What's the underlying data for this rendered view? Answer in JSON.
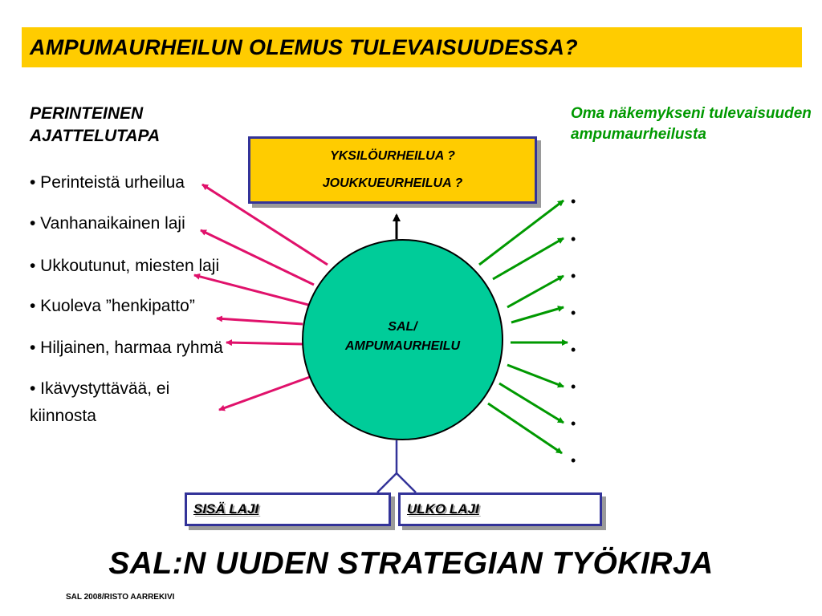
{
  "title": "AMPUMAURHEILUN OLEMUS TULEVAISUUDESSA?",
  "left": {
    "heading": "PERINTEINEN AJATTELUTAPA",
    "items": [
      "• Perinteistä urheilua",
      "• Vanhanaikainen laji",
      "• Ukkoutunut, miesten laji",
      "• Kuoleva ”henkipatto”",
      "• Hiljainen, harmaa ryhmä",
      "• Ikävystyttävää, ei",
      "kiinnosta"
    ]
  },
  "right": {
    "heading": "Oma näkemykseni tulevaisuuden ampumaurheilusta",
    "bullets": [
      "•",
      "•",
      "•",
      "•",
      "•",
      "•",
      "•",
      "•"
    ]
  },
  "top_box": {
    "line1": "YKSILÖURHEILUA ?",
    "line2": "JOUKKUEURHEILUA ?"
  },
  "center": {
    "line1": "SAL/",
    "line2": "AMPUMAURHEILU"
  },
  "bottom_boxes": {
    "indoor": "SISÄ LAJI",
    "outdoor": "ULKO LAJI"
  },
  "strategy": "SAL:N UUDEN STRATEGIAN TYÖKIRJA",
  "footer": "SAL 2008/RISTO AARREKIVI",
  "colors": {
    "title_bg": "#ffcc00",
    "circle": "#00cc99",
    "left_arrows": "#e0116b",
    "right_arrows": "#009900",
    "box_border": "#333399",
    "right_heading": "#009900"
  }
}
